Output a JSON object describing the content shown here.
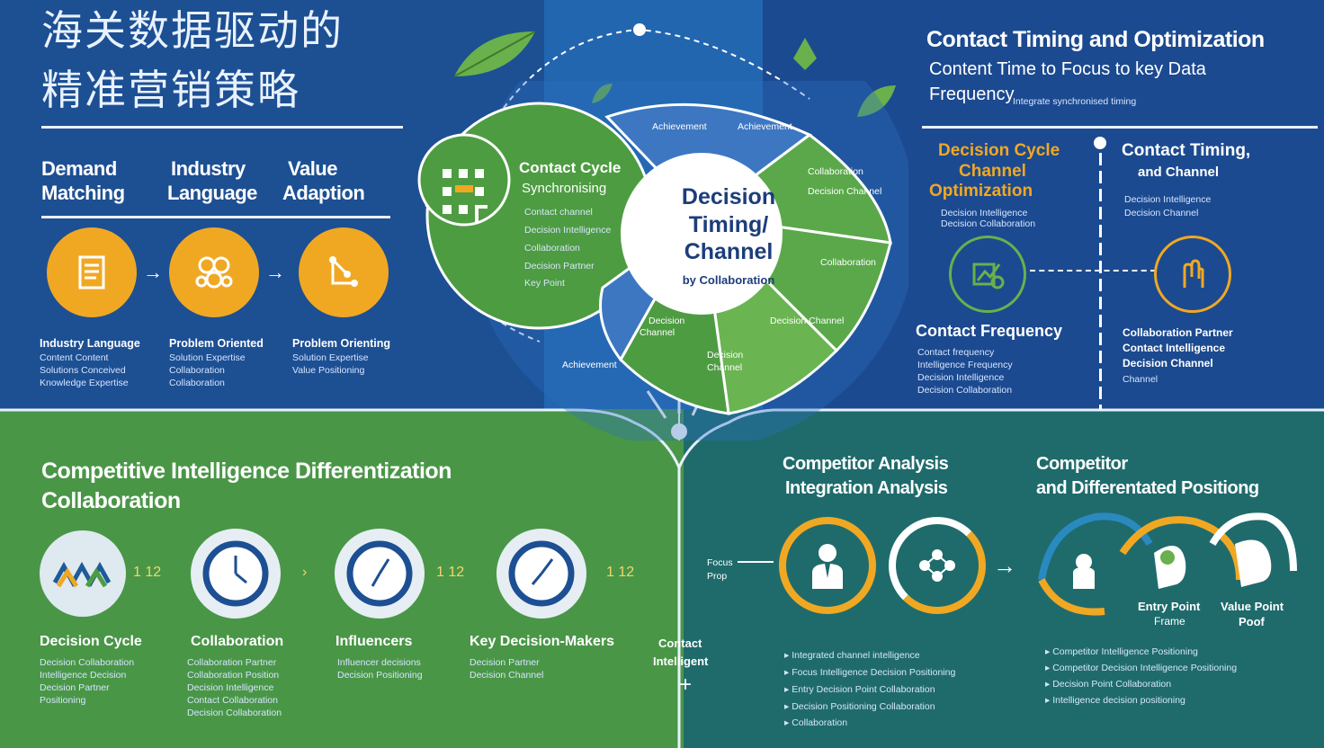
{
  "header": {
    "title_line1": "海关数据驱动的",
    "title_line2": "精准营销策略"
  },
  "left_top": {
    "columns": [
      {
        "label_l1": "Demand",
        "label_l2": "Matching",
        "icon": "document-icon",
        "caption_title": "Industry Language",
        "caption_lines": [
          "Content Content",
          "Solutions Conceived",
          "Knowledge Expertise"
        ]
      },
      {
        "label_l1": "Industry",
        "label_l2": "Language",
        "icon": "network-icon",
        "caption_title": "Problem Oriented",
        "caption_lines": [
          "Solution Expertise",
          "Collaboration",
          "Collaboration"
        ]
      },
      {
        "label_l1": "Value",
        "label_l2": "Adaption",
        "icon": "graph-node-icon",
        "caption_title": "Problem Orienting",
        "caption_lines": [
          "Solution Expertise",
          "Value Positioning"
        ]
      }
    ]
  },
  "center": {
    "cycle_title_l1": "Contact Cycle",
    "cycle_title_l2": "Synchronising",
    "cycle_lines": [
      "Contact channel",
      "Decision Intelligence",
      "Collaboration",
      "Decision Partner",
      "Key Point"
    ],
    "hub_l1": "Decision",
    "hub_l2": "Timing/",
    "hub_l3": "Channel",
    "hub_by": "by Collaboration",
    "seg_top_left": "Achievement",
    "seg_top_right": "Achievement",
    "seg_right_a": "Collaboration",
    "seg_right_a2": "Decision Channel",
    "seg_right_b": "Collaboration",
    "seg_bottom_left": "Decision",
    "seg_bottom_left2": "Channel",
    "seg_bottom_right": "Decision Channel",
    "seg_bottom_mid": "Decision",
    "seg_bottom_mid2": "Channel",
    "seg_bottom": "Achievement"
  },
  "right_top": {
    "title": "Contact Timing and Optimization",
    "subtitle_l1": "Content Time to Focus to key Data",
    "subtitle_l2": "Frequency",
    "subtitle_small": "Integrate synchronised timing",
    "block1_l1": "Decision Cycle",
    "block1_l2": "Channel",
    "block1_l3": "Optimization",
    "block1_line1": "Decision Intelligence",
    "block1_line2": "Decision Collaboration",
    "block2_l1": "Contact Timing,",
    "block2_l2": "and Channel",
    "block2_line1": "Decision Intelligence",
    "block2_line2": "Decision Channel",
    "freq_title": "Contact Frequency",
    "freq_lines": [
      "Contact frequency",
      "Intelligence Frequency",
      "Decision Intelligence",
      "Decision Collaboration"
    ],
    "right_lines": [
      "Collaboration Partner",
      "Contact Intelligence",
      "Decision Channel",
      "Channel"
    ]
  },
  "bottom_left": {
    "title_l1": "Competitive Intelligence Differentization",
    "title_l2": "Collaboration",
    "seq_label": "1 12",
    "nodes": [
      {
        "label": "Decision Cycle",
        "lines": [
          "Decision Collaboration",
          "Intelligence Decision",
          "Decision Partner",
          "Positioning"
        ]
      },
      {
        "label": "Collaboration",
        "lines": [
          "Collaboration Partner",
          "Collaboration Position",
          "Decision Intelligence",
          "Contact Collaboration",
          "Decision Collaboration"
        ]
      },
      {
        "label": "Influencers",
        "lines": [
          "Influencer decisions",
          "Decision Positioning"
        ]
      },
      {
        "label": "Key Decision-Makers",
        "lines": [
          "Decision Partner",
          "Decision Channel"
        ]
      }
    ],
    "contact_l1": "Contact",
    "contact_l2": "Intelligent",
    "arrow_label_l1": "Focus",
    "arrow_label_l2": "Prop"
  },
  "bottom_right": {
    "title_a_l1": "Competitor Analysis",
    "title_a_l2": "Integration Analysis",
    "title_b_l1": "Competitor",
    "title_b_l2": "and Differentated Positiong",
    "entry_l1": "Entry Point",
    "entry_l2": "Frame",
    "value_l1": "Value Point",
    "value_l2": "Poof",
    "list_a": [
      "Integrated channel intelligence",
      "Focus Intelligence Decision Positioning",
      "Entry Decision Point Collaboration",
      "Decision Positioning Collaboration",
      "Collaboration"
    ],
    "list_b": [
      "Competitor Intelligence Positioning",
      "Competitor Decision Intelligence Positioning",
      "Decision Point Collaboration",
      "Intelligence decision positioning"
    ]
  },
  "colors": {
    "blue": "#1a4d8f",
    "green": "#4a9a4a",
    "teal": "#1e6a6a",
    "orange": "#f0a823",
    "light_green": "#6ab04c"
  }
}
